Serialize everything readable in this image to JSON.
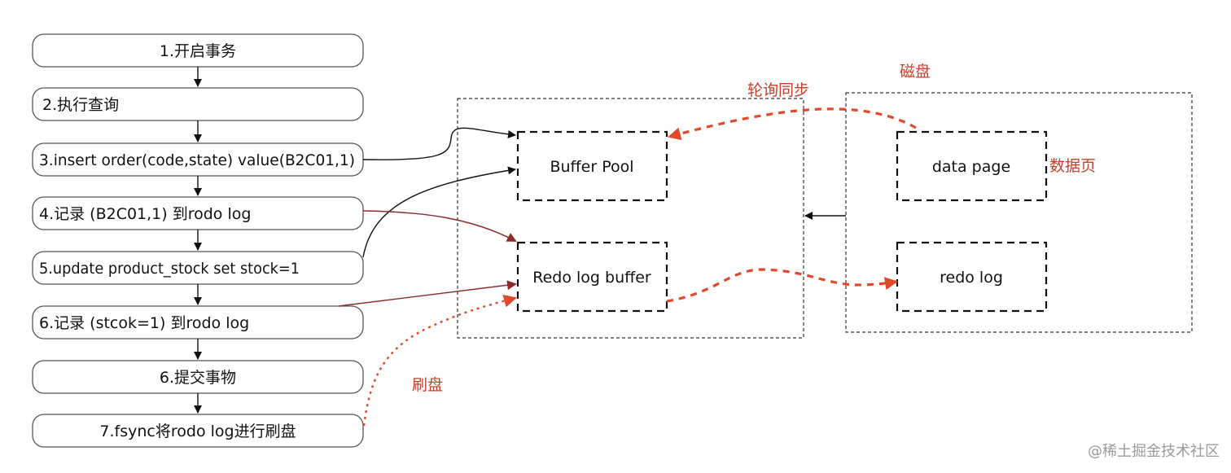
{
  "steps": [
    "1.开启事务",
    "2.执行查询",
    "3.insert order(code,state) value(B2C01,1)",
    "4.记录 (B2C01,1) 到rodo log",
    "5.update product_stock set stock=1",
    "6.记录 (stcok=1) 到rodo log",
    "6.提交事物",
    "7.fsync将rodo log进行刷盘"
  ],
  "memory": {
    "buffer_pool": "Buffer Pool",
    "redo_log_buffer": "Redo log buffer"
  },
  "disk": {
    "title": "磁盘",
    "data_page": "data page",
    "data_page_label": "数据页",
    "redo_log": "redo log"
  },
  "labels": {
    "poll_sync": "轮询同步",
    "flush": "刷盘"
  },
  "watermark": "@稀土掘金技术社区",
  "colors": {
    "red": "#c8402a",
    "flow_red": "#e0492b",
    "dark_red": "#8b2a2a",
    "black": "#111111"
  }
}
